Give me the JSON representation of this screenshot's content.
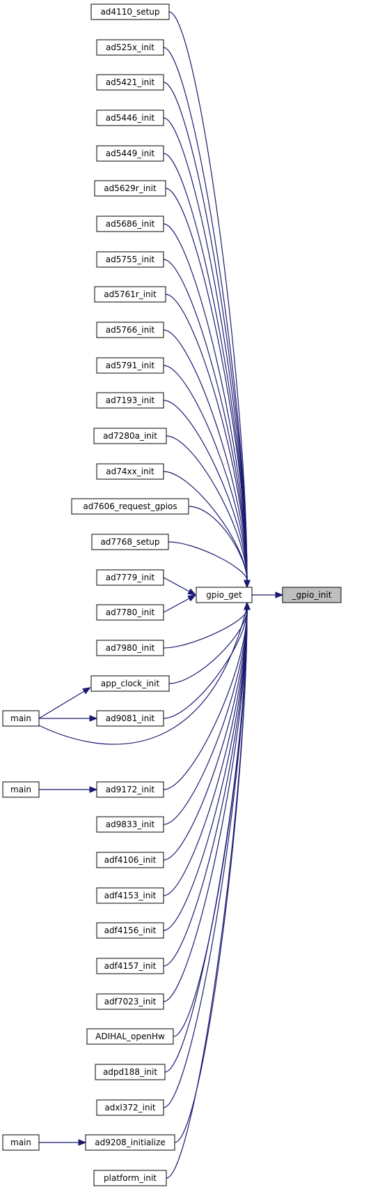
{
  "colors": {
    "edge": "#191970",
    "node_fill": "#ffffff",
    "node_border": "#000000",
    "highlight_fill": "#bfbfbf"
  },
  "target": {
    "id": "gpio_init",
    "label": "_gpio_init"
  },
  "hub": {
    "id": "gpio_get",
    "label": "gpio_get"
  },
  "callers": [
    {
      "id": "ad4110_setup",
      "label": "ad4110_setup"
    },
    {
      "id": "ad525x_init",
      "label": "ad525x_init"
    },
    {
      "id": "ad5421_init",
      "label": "ad5421_init"
    },
    {
      "id": "ad5446_init",
      "label": "ad5446_init"
    },
    {
      "id": "ad5449_init",
      "label": "ad5449_init"
    },
    {
      "id": "ad5629r_init",
      "label": "ad5629r_init"
    },
    {
      "id": "ad5686_init",
      "label": "ad5686_init"
    },
    {
      "id": "ad5755_init",
      "label": "ad5755_init"
    },
    {
      "id": "ad5761r_init",
      "label": "ad5761r_init"
    },
    {
      "id": "ad5766_init",
      "label": "ad5766_init"
    },
    {
      "id": "ad5791_init",
      "label": "ad5791_init"
    },
    {
      "id": "ad7193_init",
      "label": "ad7193_init"
    },
    {
      "id": "ad7280a_init",
      "label": "ad7280a_init"
    },
    {
      "id": "ad74xx_init",
      "label": "ad74xx_init"
    },
    {
      "id": "ad7606_request_gpios",
      "label": "ad7606_request_gpios"
    },
    {
      "id": "ad7768_setup",
      "label": "ad7768_setup"
    },
    {
      "id": "ad7779_init",
      "label": "ad7779_init"
    },
    {
      "id": "ad7780_init",
      "label": "ad7780_init"
    },
    {
      "id": "ad7980_init",
      "label": "ad7980_init"
    },
    {
      "id": "app_clock_init",
      "label": "app_clock_init"
    },
    {
      "id": "ad9081_init",
      "label": "ad9081_init"
    },
    {
      "id": "main_1",
      "label": "main"
    },
    {
      "id": "ad9172_init",
      "label": "ad9172_init"
    },
    {
      "id": "ad9833_init",
      "label": "ad9833_init"
    },
    {
      "id": "adf4106_init",
      "label": "adf4106_init"
    },
    {
      "id": "adf4153_init",
      "label": "adf4153_init"
    },
    {
      "id": "adf4156_init",
      "label": "adf4156_init"
    },
    {
      "id": "adf4157_init",
      "label": "adf4157_init"
    },
    {
      "id": "adf7023_init",
      "label": "adf7023_init"
    },
    {
      "id": "adihal_openhw",
      "label": "ADIHAL_openHw"
    },
    {
      "id": "adpd188_init",
      "label": "adpd188_init"
    },
    {
      "id": "adxl372_init",
      "label": "adxl372_init"
    },
    {
      "id": "ad9208_initialize",
      "label": "ad9208_initialize"
    },
    {
      "id": "platform_init",
      "label": "platform_init"
    }
  ],
  "second_level": [
    {
      "id": "main_1",
      "label": "main"
    },
    {
      "id": "main_2",
      "label": "main"
    },
    {
      "id": "main_3",
      "label": "main"
    }
  ],
  "edges": [
    {
      "from": "gpio_get",
      "to": "gpio_init"
    },
    {
      "from": "ad4110_setup",
      "to": "gpio_get"
    },
    {
      "from": "ad525x_init",
      "to": "gpio_get"
    },
    {
      "from": "ad5421_init",
      "to": "gpio_get"
    },
    {
      "from": "ad5446_init",
      "to": "gpio_get"
    },
    {
      "from": "ad5449_init",
      "to": "gpio_get"
    },
    {
      "from": "ad5629r_init",
      "to": "gpio_get"
    },
    {
      "from": "ad5686_init",
      "to": "gpio_get"
    },
    {
      "from": "ad5755_init",
      "to": "gpio_get"
    },
    {
      "from": "ad5761r_init",
      "to": "gpio_get"
    },
    {
      "from": "ad5766_init",
      "to": "gpio_get"
    },
    {
      "from": "ad5791_init",
      "to": "gpio_get"
    },
    {
      "from": "ad7193_init",
      "to": "gpio_get"
    },
    {
      "from": "ad7280a_init",
      "to": "gpio_get"
    },
    {
      "from": "ad74xx_init",
      "to": "gpio_get"
    },
    {
      "from": "ad7606_request_gpios",
      "to": "gpio_get"
    },
    {
      "from": "ad7768_setup",
      "to": "gpio_get"
    },
    {
      "from": "ad7779_init",
      "to": "gpio_get"
    },
    {
      "from": "ad7780_init",
      "to": "gpio_get"
    },
    {
      "from": "ad7980_init",
      "to": "gpio_get"
    },
    {
      "from": "app_clock_init",
      "to": "gpio_get"
    },
    {
      "from": "ad9081_init",
      "to": "gpio_get"
    },
    {
      "from": "main_1",
      "to": "gpio_get"
    },
    {
      "from": "main_1",
      "to": "app_clock_init"
    },
    {
      "from": "main_1",
      "to": "ad9081_init"
    },
    {
      "from": "ad9172_init",
      "to": "gpio_get"
    },
    {
      "from": "main_2",
      "to": "ad9172_init"
    },
    {
      "from": "ad9833_init",
      "to": "gpio_get"
    },
    {
      "from": "adf4106_init",
      "to": "gpio_get"
    },
    {
      "from": "adf4153_init",
      "to": "gpio_get"
    },
    {
      "from": "adf4156_init",
      "to": "gpio_get"
    },
    {
      "from": "adf4157_init",
      "to": "gpio_get"
    },
    {
      "from": "adf7023_init",
      "to": "gpio_get"
    },
    {
      "from": "adihal_openhw",
      "to": "gpio_get"
    },
    {
      "from": "adpd188_init",
      "to": "gpio_get"
    },
    {
      "from": "adxl372_init",
      "to": "gpio_get"
    },
    {
      "from": "ad9208_initialize",
      "to": "gpio_get"
    },
    {
      "from": "main_3",
      "to": "ad9208_initialize"
    },
    {
      "from": "platform_init",
      "to": "gpio_get"
    }
  ]
}
